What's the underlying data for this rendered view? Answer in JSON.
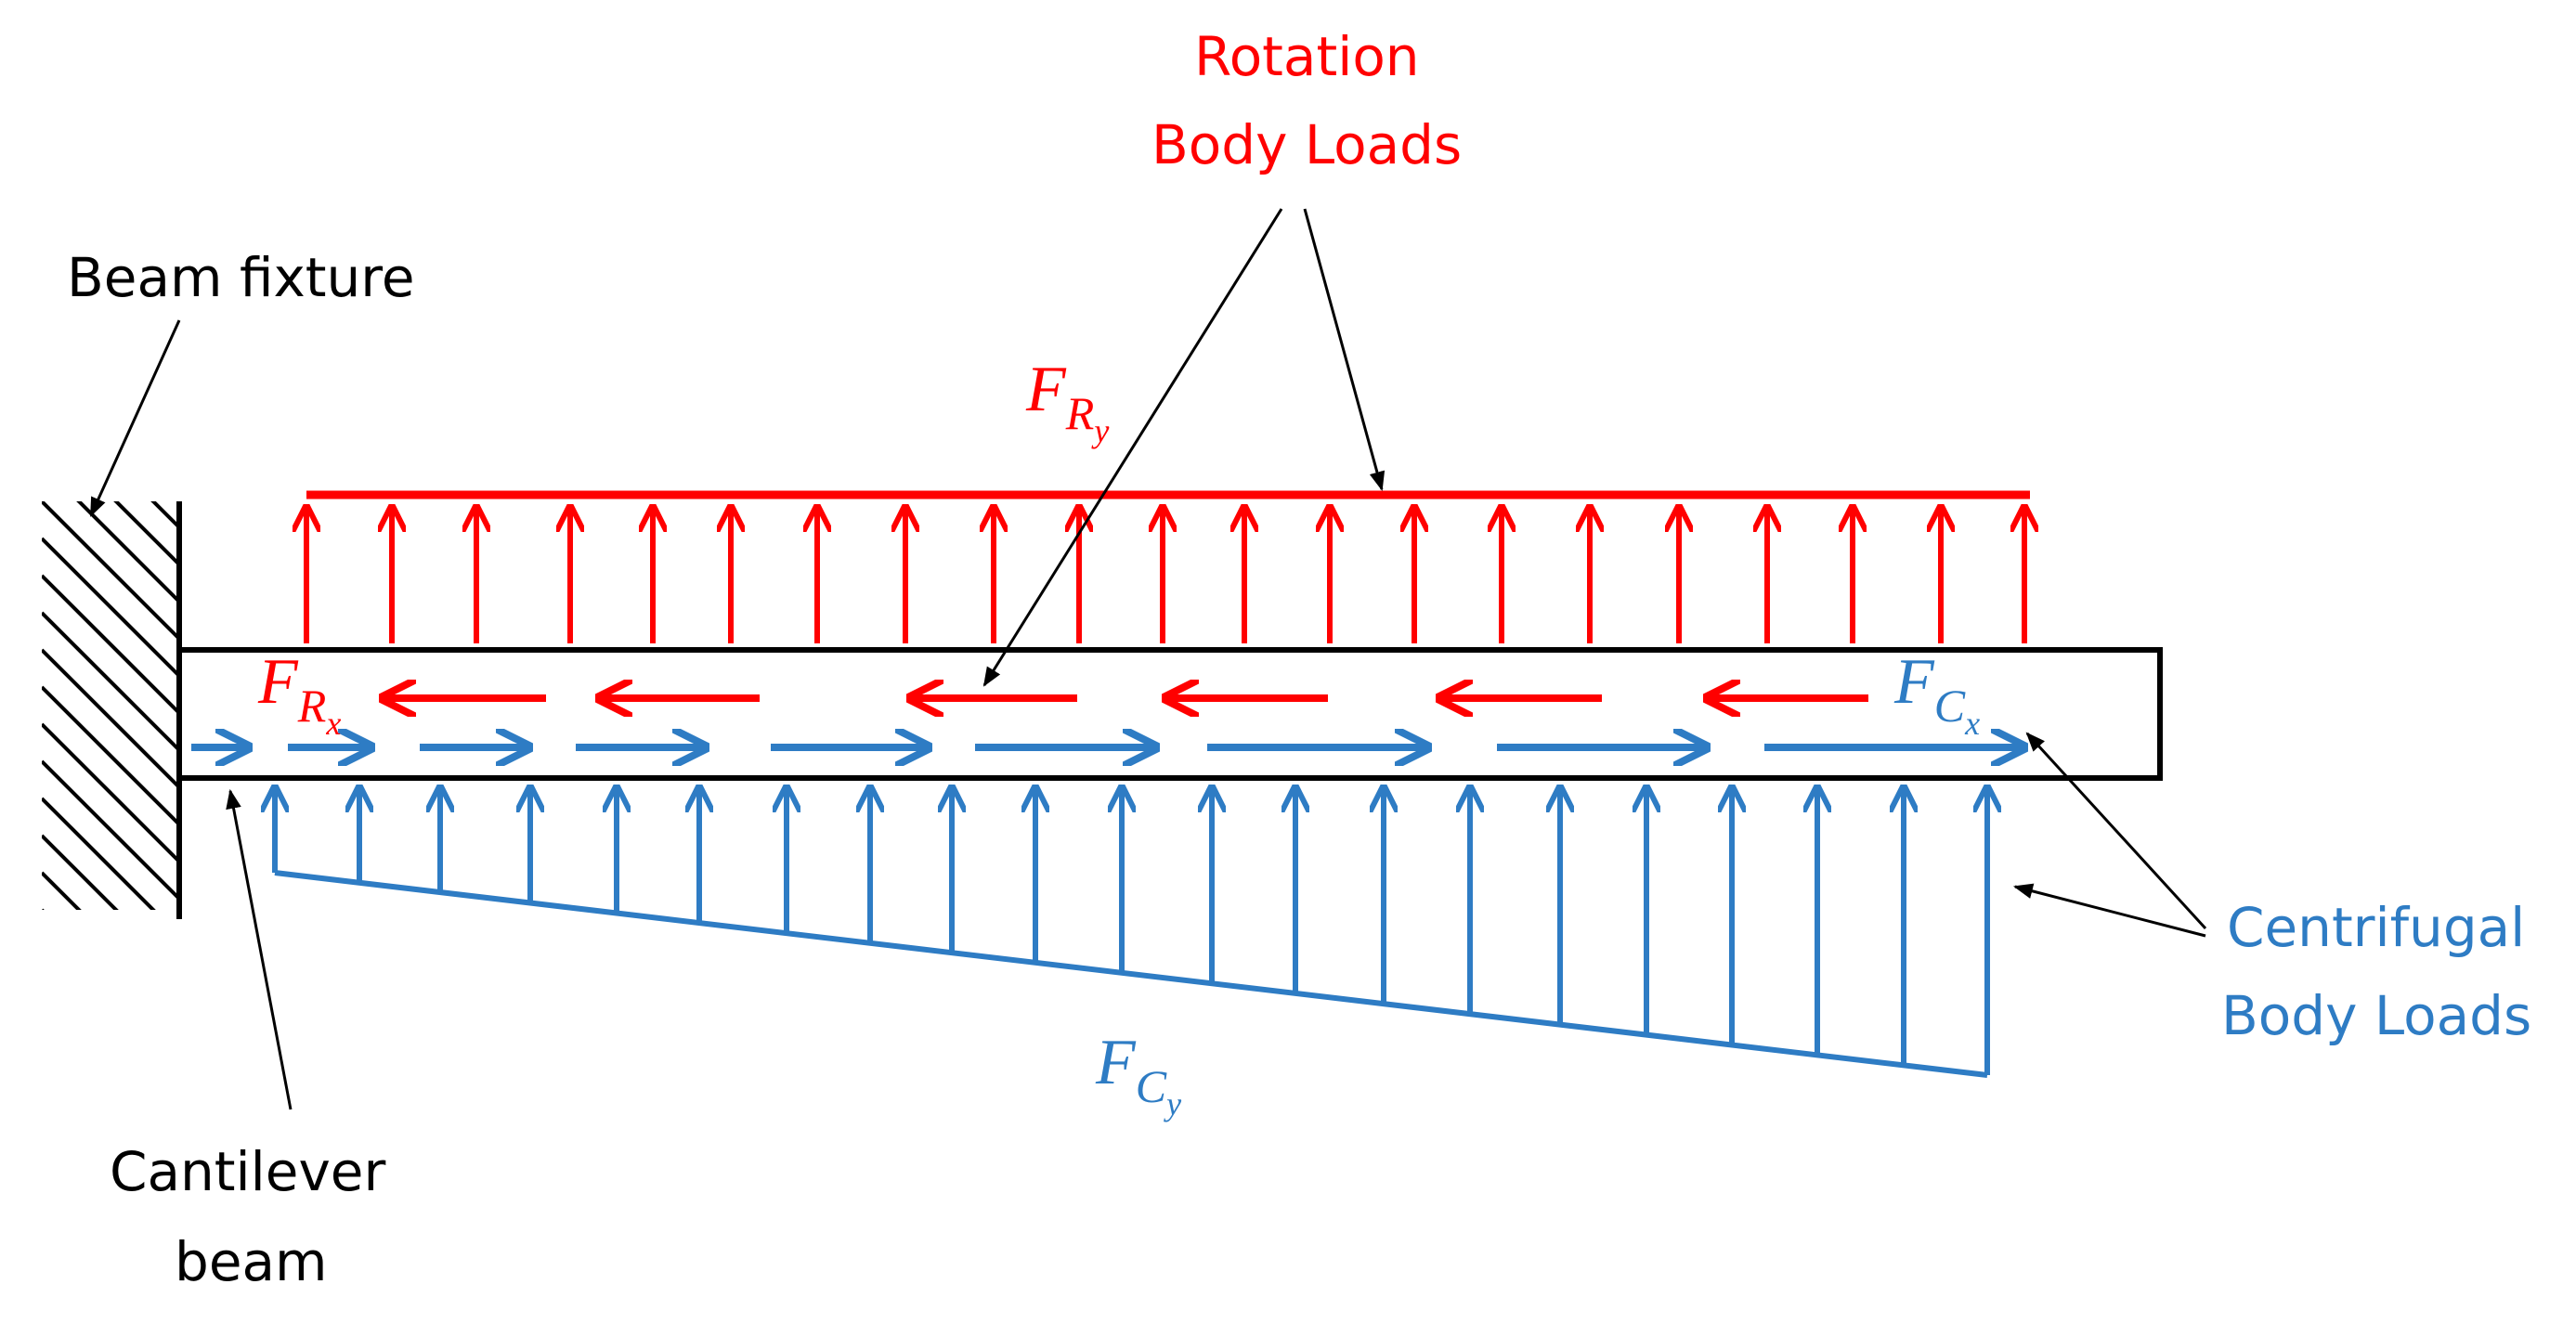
{
  "labels": {
    "rotation": [
      "Rotation",
      "Body Loads"
    ],
    "centrifugal": [
      "Centrifugal",
      "Body Loads"
    ],
    "beam_fixture": "Beam fixture",
    "cantilever": [
      "Cantilever",
      "beam"
    ]
  },
  "forces": {
    "FRy": {
      "base": "F",
      "sub": "R",
      "subsub": "y"
    },
    "FRx": {
      "base": "F",
      "sub": "R",
      "subsub": "x"
    },
    "FCx": {
      "base": "F",
      "sub": "C",
      "subsub": "x"
    },
    "FCy": {
      "base": "F",
      "sub": "C",
      "subsub": "y"
    }
  },
  "colors": {
    "rotation": "#ff0000",
    "centrifugal": "#2e7cc4",
    "structure": "#000000"
  }
}
